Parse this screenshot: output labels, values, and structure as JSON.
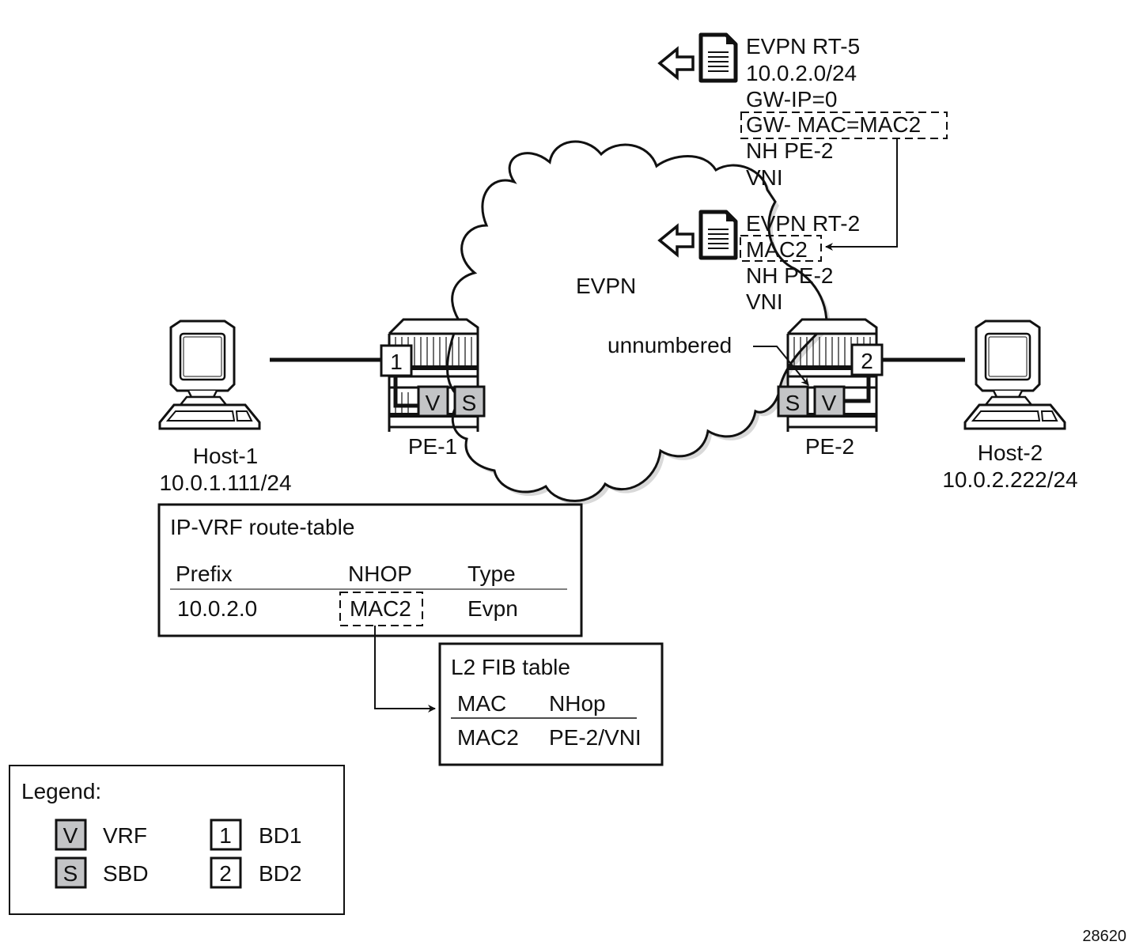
{
  "figure_id": "28620",
  "cloud": {
    "label": "EVPN"
  },
  "routes": {
    "rt5": {
      "lines": [
        "EVPN RT-5",
        "10.0.2.0/24",
        "GW-IP=0",
        "GW- MAC=MAC2",
        "NH PE-2",
        "VNI"
      ],
      "highlighted_line_index": 3
    },
    "rt2": {
      "lines": [
        "EVPN RT-2",
        "MAC2",
        "NH PE-2",
        "VNI"
      ],
      "highlighted_line_index": 1
    }
  },
  "hosts": [
    {
      "name": "Host-1",
      "ip": "10.0.1.111/24"
    },
    {
      "name": "Host-2",
      "ip": "10.0.2.222/24"
    }
  ],
  "routers": [
    {
      "name": "PE-1",
      "bd": "1",
      "vrf": "V",
      "sbd": "S"
    },
    {
      "name": "PE-2",
      "bd": "2",
      "vrf": "V",
      "sbd": "S"
    }
  ],
  "annotation": {
    "unnumbered": "unnumbered"
  },
  "ip_vrf_table": {
    "title": "IP-VRF route-table",
    "columns": [
      "Prefix",
      "NHOP",
      "Type"
    ],
    "rows": [
      [
        "10.0.2.0",
        "MAC2",
        "Evpn"
      ]
    ]
  },
  "l2_fib_table": {
    "title": "L2 FIB table",
    "columns": [
      "MAC",
      "NHop"
    ],
    "rows": [
      [
        "MAC2",
        "PE-2/VNI"
      ]
    ]
  },
  "legend": {
    "title": "Legend:",
    "items": [
      {
        "symbol": "V",
        "label": "VRF",
        "style": "gray"
      },
      {
        "symbol": "S",
        "label": "SBD",
        "style": "gray"
      },
      {
        "symbol": "1",
        "label": "BD1",
        "style": "white"
      },
      {
        "symbol": "2",
        "label": "BD2",
        "style": "white"
      }
    ]
  },
  "colors": {
    "gray_box": "#c3c4c6",
    "line": "#111111"
  }
}
